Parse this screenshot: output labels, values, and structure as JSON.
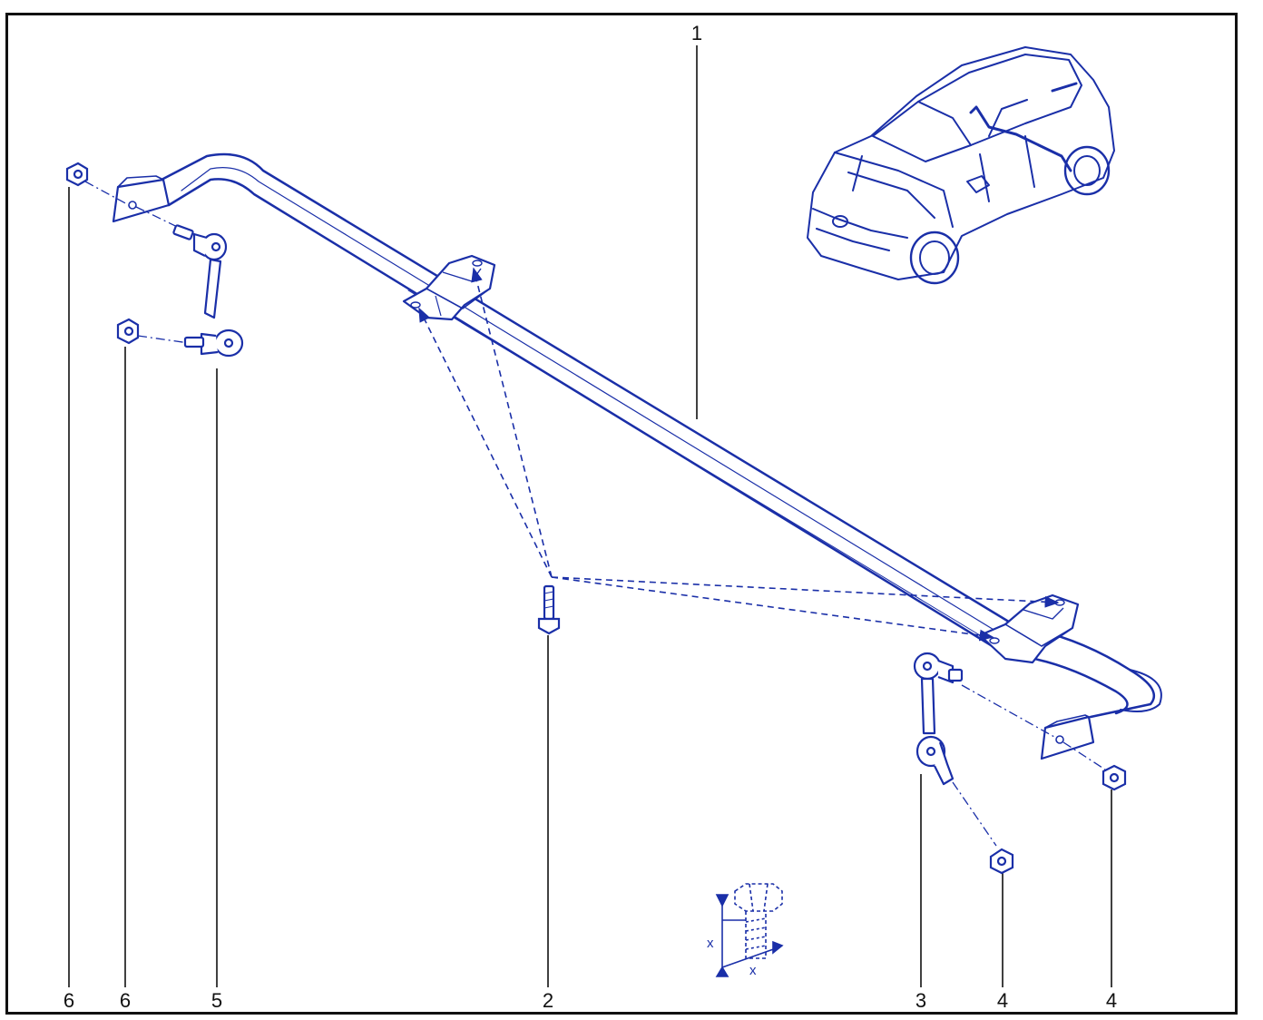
{
  "callouts": {
    "c1": "1",
    "c2": "2",
    "c3": "3",
    "c4a": "4",
    "c4b": "4",
    "c5": "5",
    "c6a": "6",
    "c6b": "6"
  },
  "dimension_marks": {
    "vertical": "x",
    "horizontal": "x"
  },
  "colors": {
    "line_art": "#1a2fa8",
    "leader_lines": "#111111",
    "frame": "#111111"
  }
}
